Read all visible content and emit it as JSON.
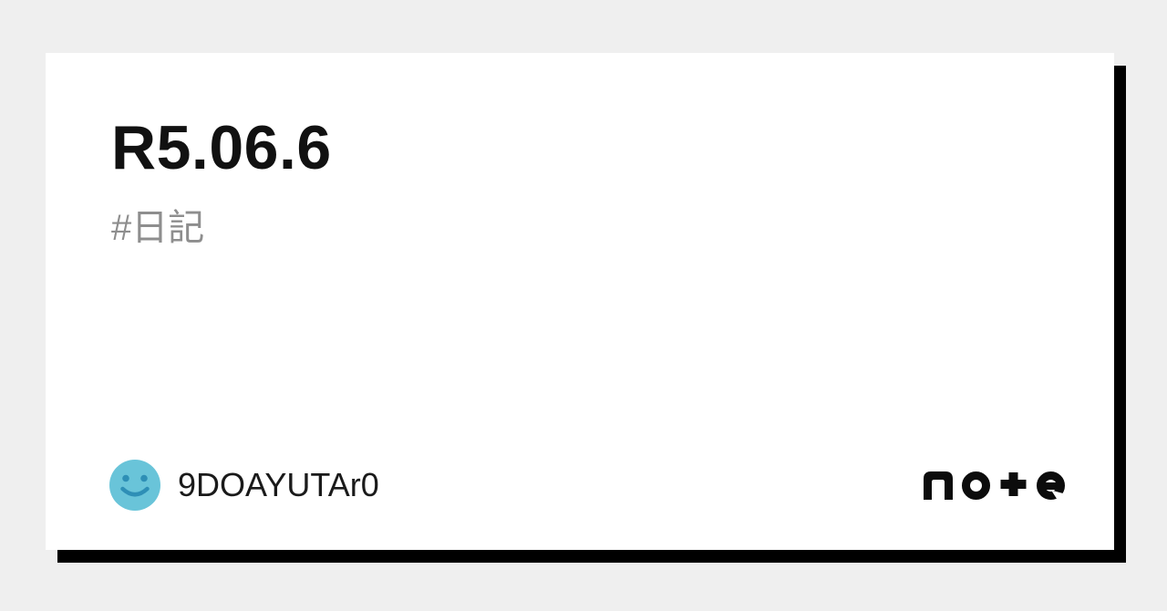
{
  "page": {
    "background_color": "#efefef"
  },
  "card": {
    "background_color": "#ffffff",
    "shadow_color": "#000000",
    "title": "R5.06.6",
    "title_color": "#111111",
    "hashtags": "#日記",
    "hashtags_color": "#8e8e8e",
    "author": {
      "name": "9DOAYUTAr0",
      "name_color": "#1a1a1a",
      "avatar_icon": "smiley-face-icon",
      "avatar_bg_color": "#69c4d9",
      "avatar_face_color": "#2e8fb6"
    },
    "brand": {
      "name": "note",
      "logo_color": "#0c0c0c"
    }
  }
}
